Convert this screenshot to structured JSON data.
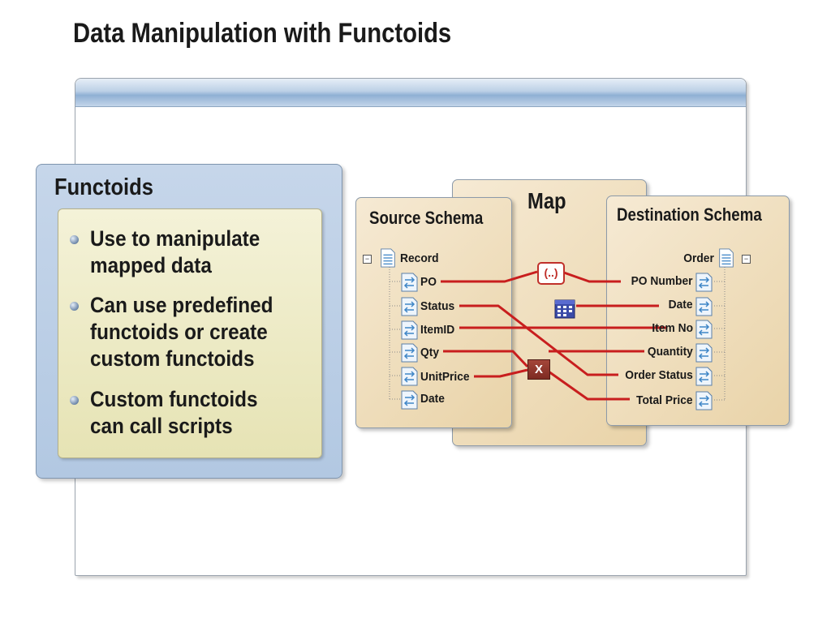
{
  "slide": {
    "title": "Data Manipulation with Functoids"
  },
  "functoids_panel": {
    "title": "Functoids",
    "bullets": [
      "Use to manipulate mapped data",
      "Can use predefined functoids or create custom functoids",
      "Custom functoids can call scripts"
    ]
  },
  "diagram": {
    "map_title": "Map",
    "source": {
      "title": "Source Schema",
      "root": "Record",
      "fields": [
        "PO",
        "Status",
        "ItemID",
        "Qty",
        "UnitPrice",
        "Date"
      ]
    },
    "destination": {
      "title": "Destination Schema",
      "root": "Order",
      "fields": [
        "PO Number",
        "Date",
        "Item No",
        "Quantity",
        "Order Status",
        "Total Price"
      ]
    },
    "functoids": {
      "string_label": "(..)",
      "multiply_label": "X"
    },
    "colors": {
      "link": "#c81e1e",
      "field_icon": "#3f86c7"
    }
  }
}
